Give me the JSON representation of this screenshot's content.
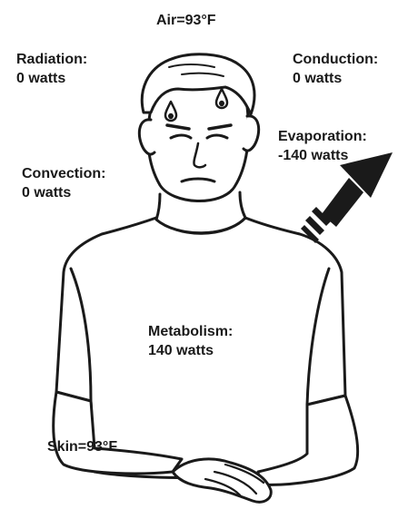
{
  "air_label": "Air=93°F",
  "skin_label": "Skin=93°F",
  "radiation": {
    "title": "Radiation:",
    "value": "0 watts"
  },
  "conduction": {
    "title": "Conduction:",
    "value": "0 watts"
  },
  "convection": {
    "title": "Convection:",
    "value": "0 watts"
  },
  "evaporation": {
    "title": "Evaporation:",
    "value": "-140 watts"
  },
  "metabolism": {
    "title": "Metabolism:",
    "value": "140 watts"
  },
  "colors": {
    "ink": "#1a1a1a",
    "background": "#ffffff"
  },
  "icons": [
    "sweat-drop-icon",
    "heat-loss-arrow-icon"
  ]
}
